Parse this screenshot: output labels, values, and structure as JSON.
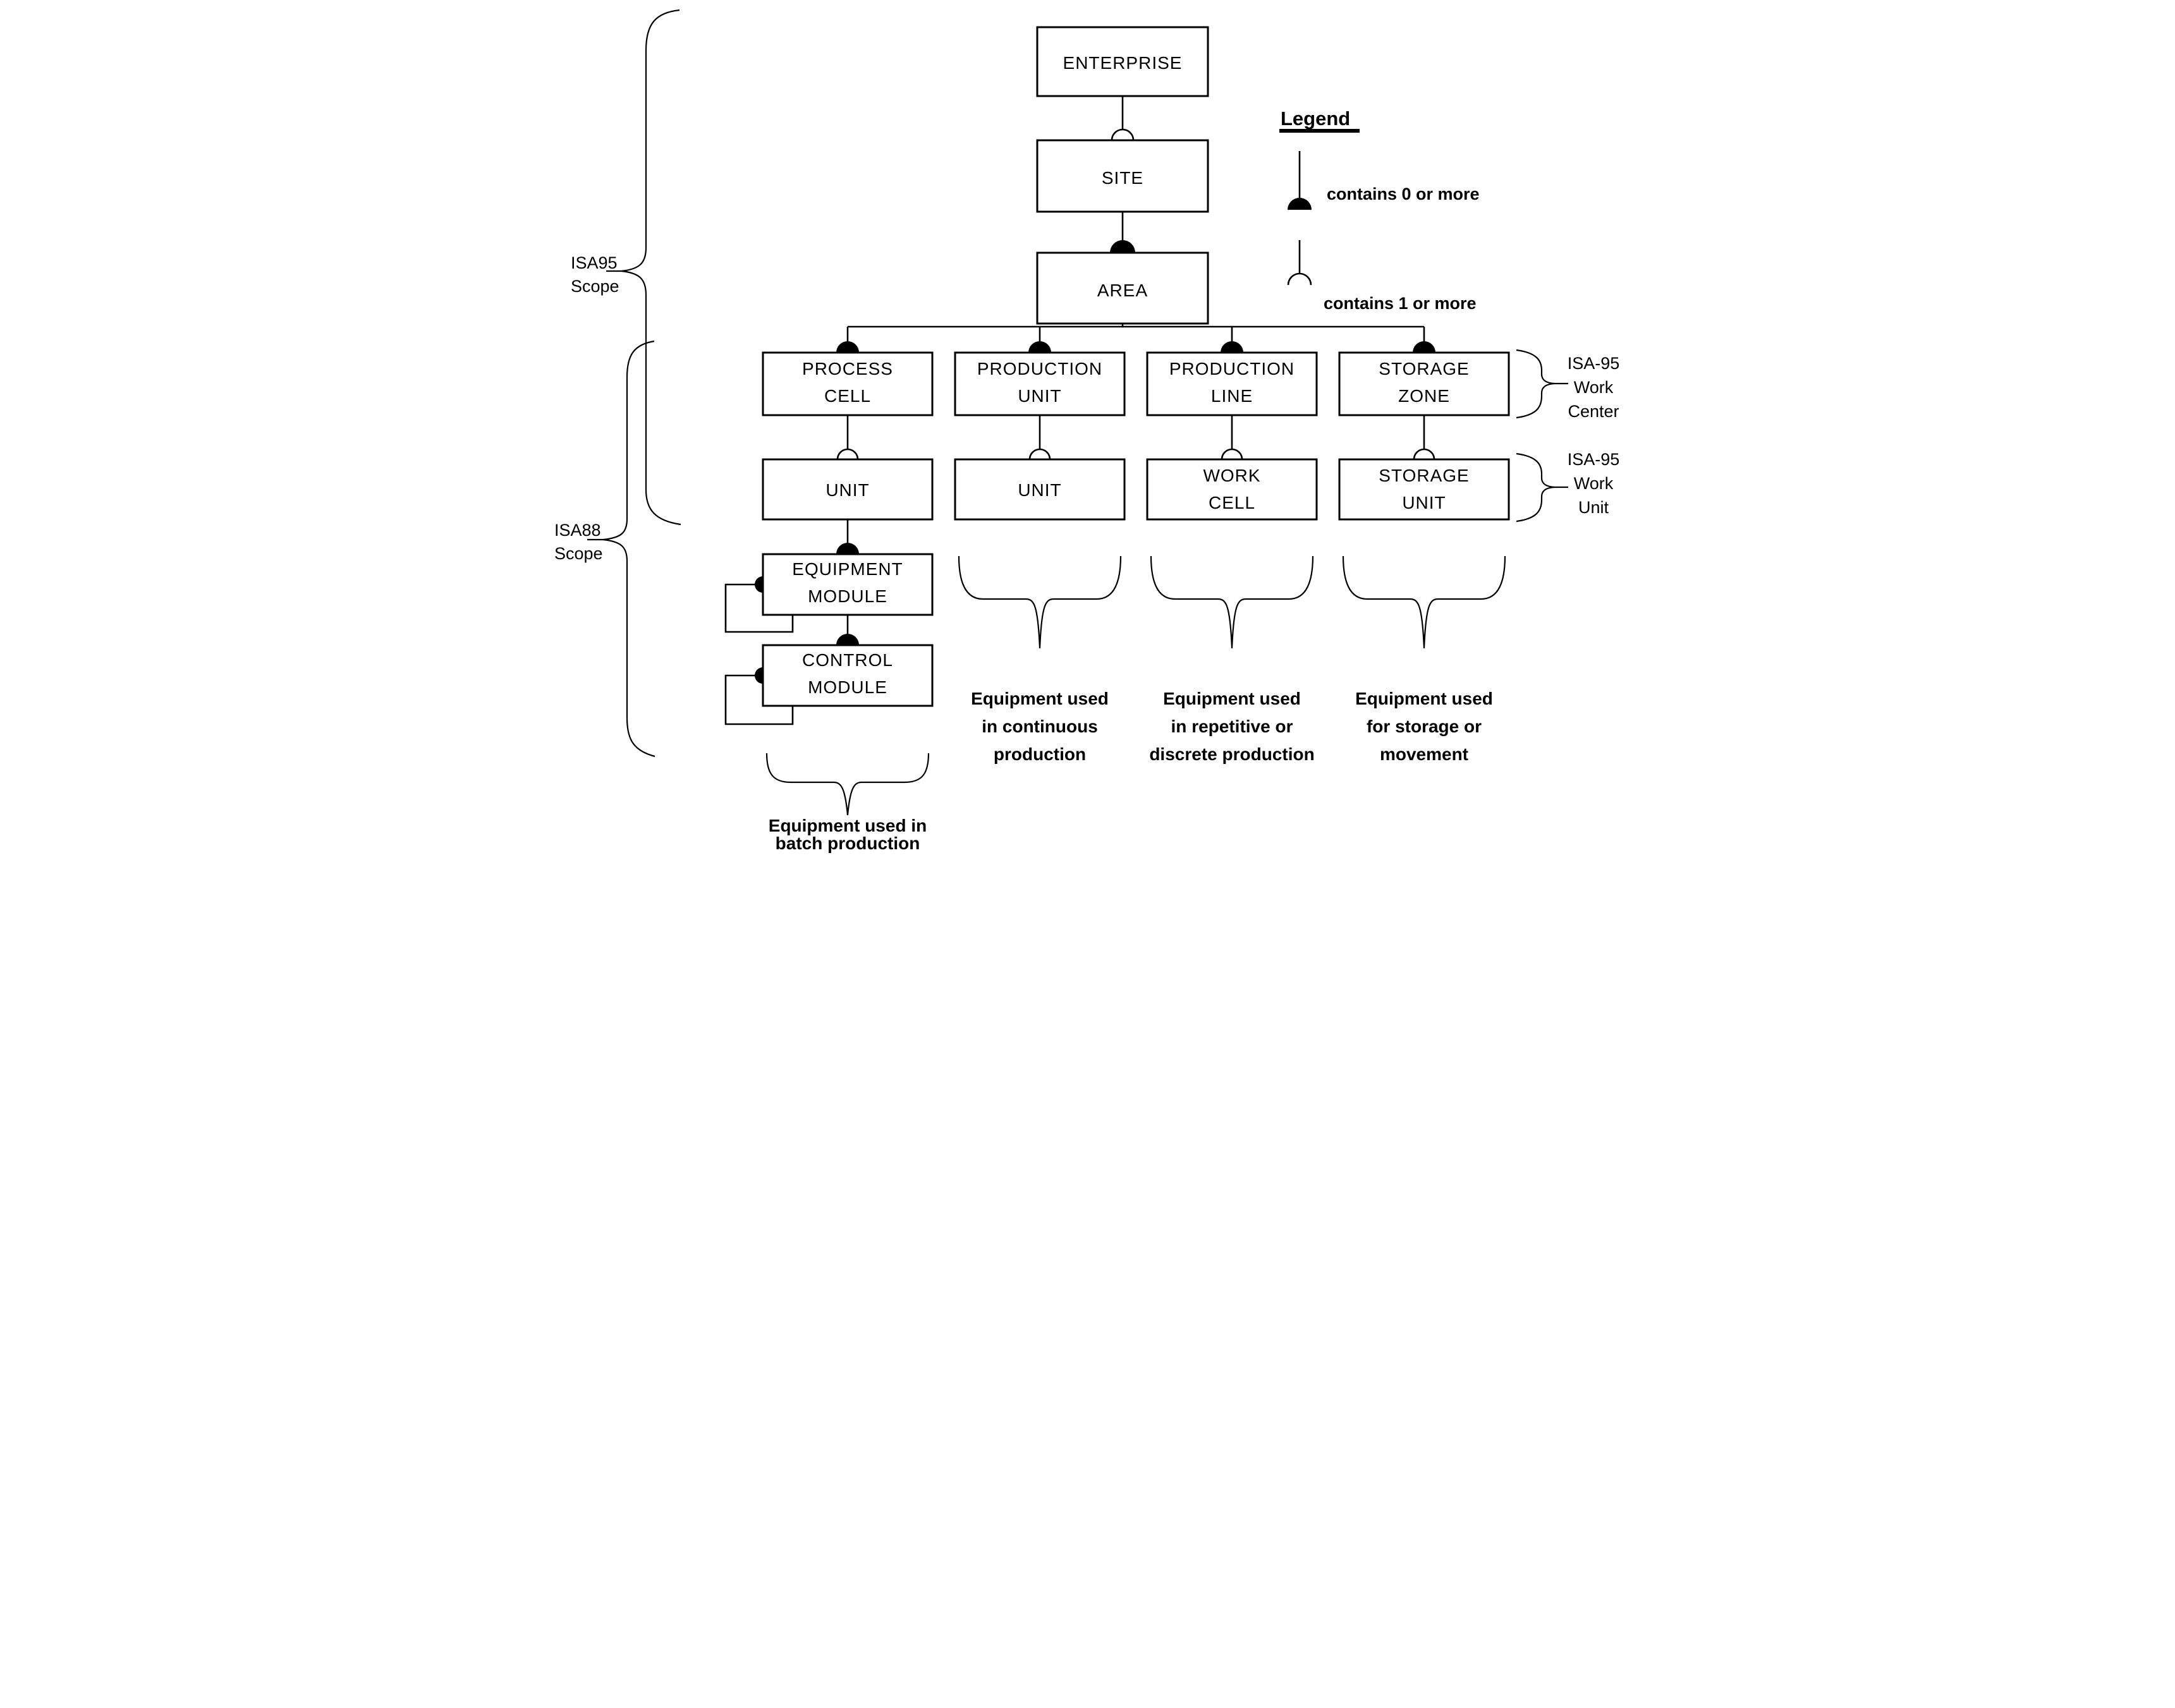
{
  "colors": {
    "ink": "#000000",
    "paper": "#ffffff"
  },
  "boxes": {
    "enterprise": "ENTERPRISE",
    "site": "SITE",
    "area": "AREA",
    "process_cell": {
      "l1": "PROCESS",
      "l2": "CELL"
    },
    "production_unit": {
      "l1": "PRODUCTION",
      "l2": "UNIT"
    },
    "production_line": {
      "l1": "PRODUCTION",
      "l2": "LINE"
    },
    "storage_zone": {
      "l1": "STORAGE",
      "l2": "ZONE"
    },
    "unit_batch": "UNIT",
    "unit_continuous": "UNIT",
    "work_cell": {
      "l1": "WORK",
      "l2": "CELL"
    },
    "storage_unit": {
      "l1": "STORAGE",
      "l2": "UNIT"
    },
    "equipment_module": {
      "l1": "EQUIPMENT",
      "l2": "MODULE"
    },
    "control_module": {
      "l1": "CONTROL",
      "l2": "MODULE"
    }
  },
  "legend": {
    "title": "Legend",
    "zero_or_more": "contains 0 or more",
    "one_or_more": "contains 1 or more",
    "zero_symbol": "filled-dome",
    "one_symbol": "open-arc"
  },
  "scopes": {
    "isa95": {
      "l1": "ISA95",
      "l2": "Scope"
    },
    "isa88": {
      "l1": "ISA88",
      "l2": "Scope"
    }
  },
  "right_labels": {
    "work_center": {
      "l1": "ISA-95",
      "l2": "Work",
      "l3": "Center"
    },
    "work_unit": {
      "l1": "ISA-95",
      "l2": "Work",
      "l3": "Unit"
    }
  },
  "captions": {
    "batch": {
      "l1": "Equipment used in",
      "l2": "batch production"
    },
    "continuous": {
      "l1": "Equipment used",
      "l2": "in continuous",
      "l3": "production"
    },
    "repetitive": {
      "l1": "Equipment used",
      "l2": "in repetitive or",
      "l3": "discrete production"
    },
    "storage": {
      "l1": "Equipment used",
      "l2": "for storage or",
      "l3": "movement"
    }
  }
}
